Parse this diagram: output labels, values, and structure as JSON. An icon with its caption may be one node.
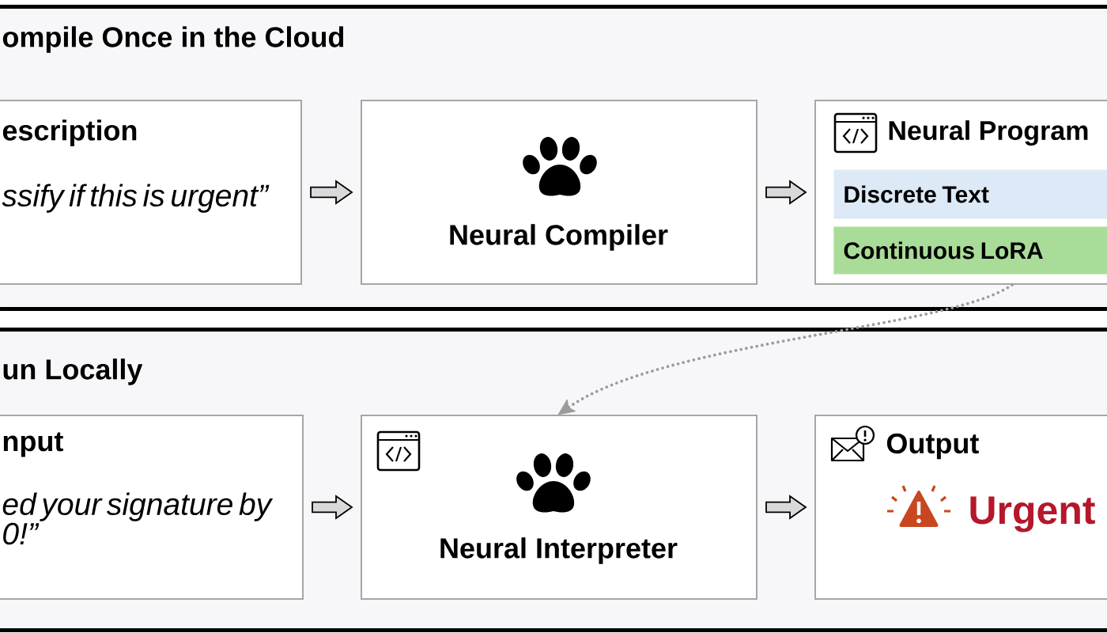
{
  "diagram": {
    "nodes": [
      {
        "text": [
          "ompile Once in the Cloud"
        ]
      },
      {
        "text": [
          "escription",
          "ssify if this is urgent”"
        ],
        "in": 0
      },
      {
        "text": [
          "Neural Compiler"
        ],
        "in": 0
      },
      {
        "text": [
          "Neural Program"
        ],
        "in": 0
      },
      {
        "text": [
          "Discrete Text"
        ],
        "in": 3
      },
      {
        "text": [
          "Continuous LoRA"
        ],
        "in": 3
      },
      {
        "text": [
          "un Locally"
        ]
      },
      {
        "text": [
          "nput",
          "ed your signature by 0!”"
        ],
        "in": 6
      },
      {
        "text": [
          "Neural Interpreter"
        ],
        "in": 6
      },
      {
        "text": [
          "Output",
          "Urgent"
        ],
        "in": 6
      }
    ],
    "edges": [
      {
        "from": 1,
        "to": 2,
        "arrow": "to"
      },
      {
        "from": 2,
        "to": 3,
        "arrow": "to"
      },
      {
        "from": 3,
        "to": 8,
        "arrow": "to",
        "style": "dashed",
        "color": "#9b9b9b"
      },
      {
        "from": 7,
        "to": 8,
        "arrow": "to"
      },
      {
        "from": 8,
        "to": 9,
        "arrow": "to"
      }
    ]
  }
}
